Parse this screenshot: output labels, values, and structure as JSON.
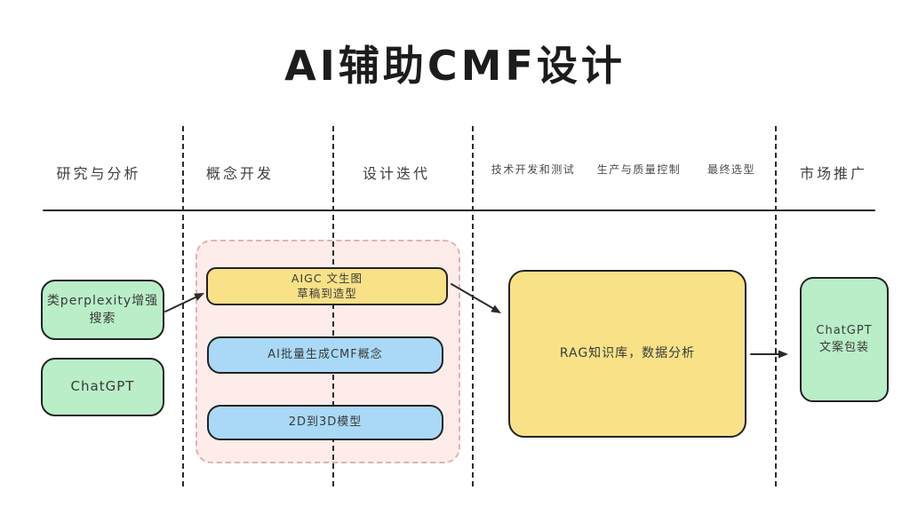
{
  "title": "AI辅助CMF设计",
  "columns": [
    {
      "label": "研究与分析",
      "size": "large"
    },
    {
      "label": "概念开发",
      "size": "large"
    },
    {
      "label": "设计迭代",
      "size": "large"
    },
    {
      "label": "技术开发和测试",
      "size": "small"
    },
    {
      "label": "生产与质量控制",
      "size": "small"
    },
    {
      "label": "最终选型",
      "size": "small"
    },
    {
      "label": "市场推广",
      "size": "large"
    }
  ],
  "nodes": {
    "search": {
      "lines": [
        "类perplexity增强",
        "搜索"
      ],
      "color": "green"
    },
    "chatgpt1": {
      "lines": [
        "ChatGPT"
      ],
      "color": "green"
    },
    "aigc": {
      "lines": [
        "AIGC 文生图",
        "草稿到造型"
      ],
      "color": "yellow"
    },
    "batch": {
      "lines": [
        "AI批量生成CMF概念"
      ],
      "color": "blue"
    },
    "model2d3d": {
      "lines": [
        "2D到3D模型"
      ],
      "color": "blue"
    },
    "rag": {
      "lines": [
        "RAG知识库，数据分析"
      ],
      "color": "yellow"
    },
    "copy": {
      "lines": [
        "ChatGPT",
        "文案包装"
      ],
      "color": "green"
    }
  },
  "connections": [
    {
      "from": "search",
      "to": "aigc"
    },
    {
      "from": "aigc",
      "to": "rag"
    },
    {
      "from": "rag",
      "to": "copy"
    }
  ],
  "colors": {
    "green_fill": "#b9eec8",
    "yellow_fill": "#f8e187",
    "blue_fill": "#a9d9f6",
    "group_fill": "#fdecea",
    "group_border": "#ddb3b7",
    "stroke": "#222222",
    "text": "#3a3a3a"
  }
}
